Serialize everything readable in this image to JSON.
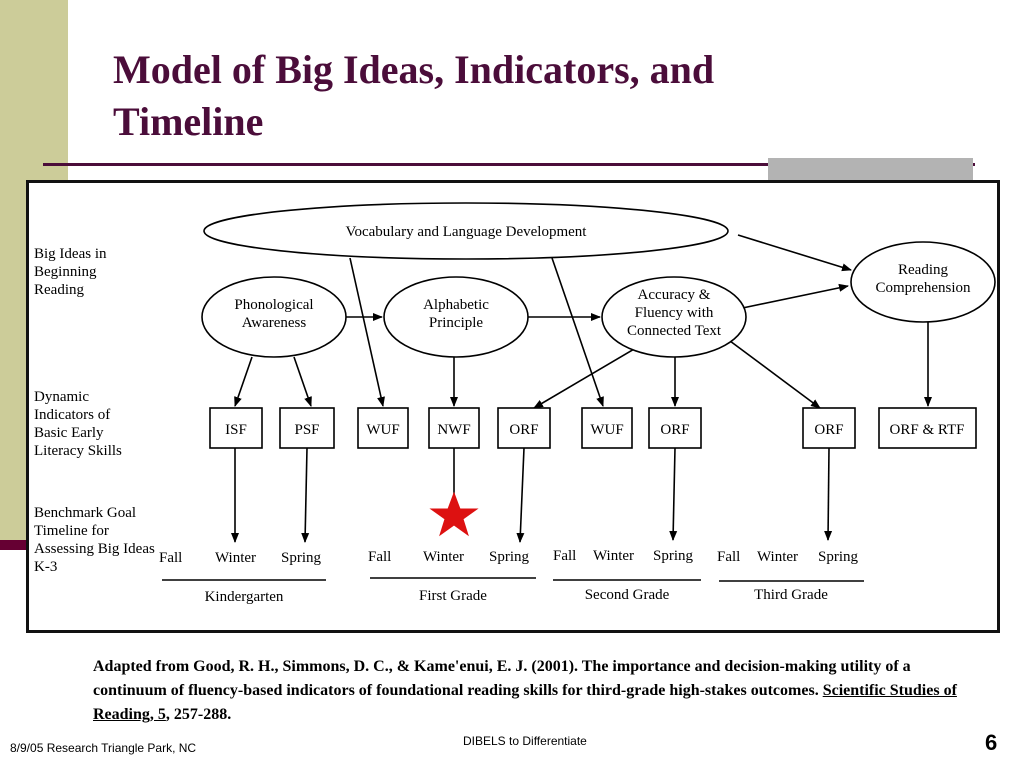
{
  "slide": {
    "title": "Model of Big Ideas, Indicators, and Timeline",
    "footer_left": "8/9/05 Research Triangle Park, NC",
    "footer_center": "DIBELS to Differentiate",
    "page_number": "6",
    "colors": {
      "title": "#4b0d3a",
      "left_band": "#cccc99",
      "accent": "#660033",
      "star": "#dd1111"
    }
  },
  "rows": {
    "big_ideas": "Big Ideas in Beginning Reading",
    "indicators": "Dynamic Indicators of Basic Early Literacy Skills",
    "benchmark": "Benchmark Goal Timeline for Assessing Big Ideas K-3"
  },
  "ellipses": {
    "vocab": "Vocabulary and Language Development",
    "phon_1": "Phonological",
    "phon_2": "Awareness",
    "alpha_1": "Alphabetic",
    "alpha_2": "Principle",
    "acc_1": "Accuracy &",
    "acc_2": "Fluency with",
    "acc_3": "Connected Text",
    "rc_1": "Reading",
    "rc_2": "Comprehension"
  },
  "boxes": {
    "isf": "ISF",
    "psf": "PSF",
    "wuf_1": "WUF",
    "nwf": "NWF",
    "orf_1": "ORF",
    "wuf_2": "WUF",
    "orf_2": "ORF",
    "orf_3": "ORF",
    "orf_rtf": "ORF & RTF"
  },
  "seasons": {
    "k_fall": "Fall",
    "k_winter": "Winter",
    "k_spring": "Spring",
    "g1_fall": "Fall",
    "g1_winter": "Winter",
    "g1_spring": "Spring",
    "g2_fall": "Fall",
    "g2_winter": "Winter",
    "g2_spring": "Spring",
    "g3_fall": "Fall",
    "g3_winter": "Winter",
    "g3_spring": "Spring"
  },
  "grades": {
    "kindergarten": "Kindergarten",
    "first": "First Grade",
    "second": "Second Grade",
    "third": "Third Grade"
  },
  "citation": {
    "text": "Adapted from Good, R. H., Simmons, D. C., & Kame'enui, E. J. (2001). The importance and decision-making utility of a continuum of fluency-based indicators of foundational reading skills for third-grade high-stakes outcomes. ",
    "journal": "Scientific Studies of Reading, 5",
    "pages": ", 257-288."
  }
}
